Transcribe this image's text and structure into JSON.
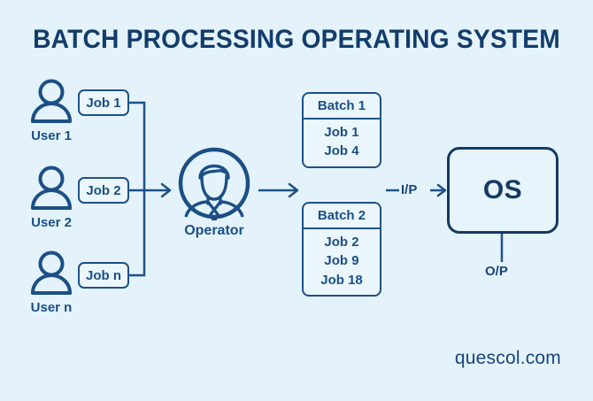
{
  "page": {
    "title": "BATCH PROCESSING OPERATING SYSTEM",
    "watermark": "quescol.com",
    "background_color": "#e4f3fb",
    "primary_color": "#1b4f86",
    "title_color": "#123c6b",
    "outline_color": "#1e5186"
  },
  "users": [
    {
      "label": "User 1",
      "icon": "user-icon",
      "job": "Job 1"
    },
    {
      "label": "User 2",
      "icon": "user-icon",
      "job": "Job 2"
    },
    {
      "label": "User n",
      "icon": "user-icon",
      "job": "Job n"
    }
  ],
  "operator": {
    "label": "Operator",
    "icon": "operator-avatar-icon"
  },
  "batches": [
    {
      "title": "Batch 1",
      "jobs": [
        "Job 1",
        "Job 4"
      ]
    },
    {
      "title": "Batch 2",
      "jobs": [
        "Job 2",
        "Job 9",
        "Job 18"
      ]
    }
  ],
  "os": {
    "label": "OS",
    "input_label": "I/P",
    "output_label": "O/P"
  },
  "flow": {
    "users_to_operator_arrow": "arrow-right-icon",
    "operator_to_batches_arrow": "arrow-right-icon",
    "batches_to_os_arrow": "arrow-right-icon"
  }
}
